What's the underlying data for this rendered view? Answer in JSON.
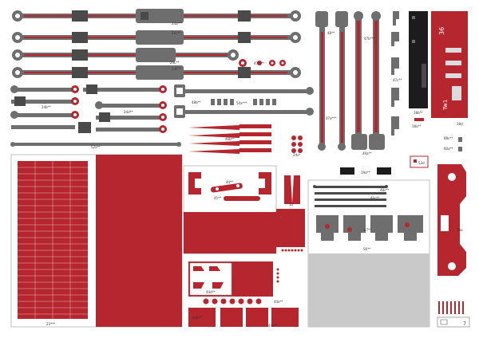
{
  "colors": {
    "gray": "#6e6e6e",
    "dark_gray": "#4a4a4a",
    "light_gray": "#c8c8c8",
    "red": "#b5262e",
    "dark_red": "#8e1c22",
    "black": "#1c1c1c",
    "panel_gray": "#c9c9c9"
  },
  "labels": {
    "rod1": "24a***",
    "rod2": "24c**",
    "rod3": "24L**",
    "rod4": "24P**",
    "p47c": "47c***",
    "p24b": "24b**",
    "p24d": "24d**",
    "p52a": "52a**",
    "p48b": "48b**",
    "p50a": "50a***",
    "p46b": "46b**",
    "p24e": "24e*",
    "p23": "23***",
    "p44": "44**",
    "p45": "45**",
    "p50": "50",
    "p48": "48**",
    "p47a": "47a***",
    "p47b": "47b***",
    "p47c2": "47c**",
    "p49a": "49a**",
    "p18b": "18b**",
    "p18a": "18a**",
    "p18": "18d",
    "num36": "36",
    "tw1": "Tw1",
    "p88": "88c**",
    "p60": "60a**",
    "p53": "53d",
    "p48c": "48c**",
    "p47": "47**",
    "p46c": "46c**",
    "p56": "56**",
    "p44a": "44a",
    "p44c": "44c**",
    "p44d": "44d**",
    "p44b": "44b**",
    "p44e": "44e**",
    "p19": "19a**",
    "page": "7"
  }
}
